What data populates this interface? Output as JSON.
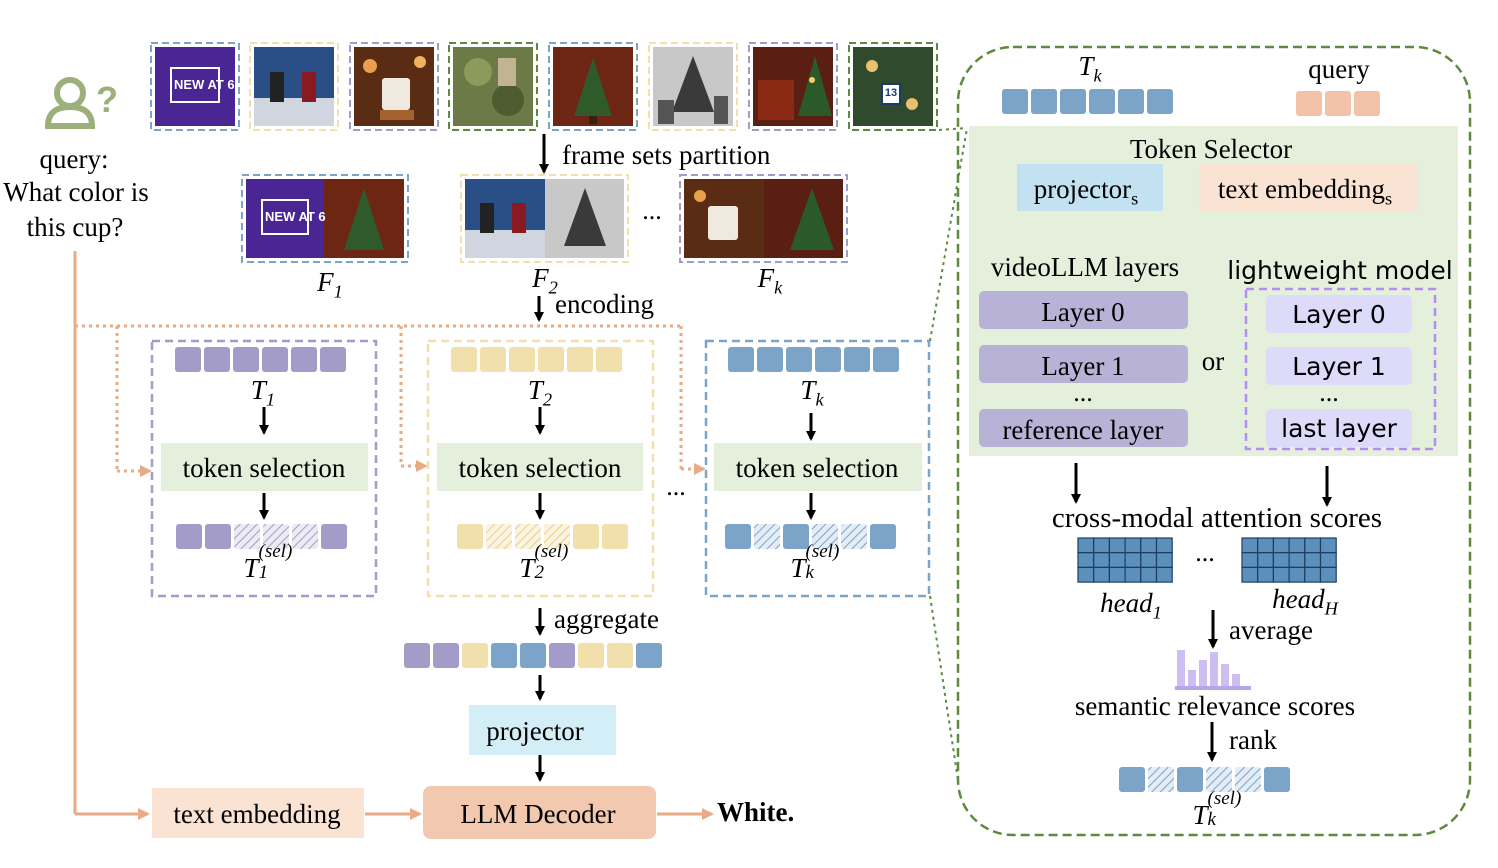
{
  "query": {
    "label": "query:",
    "question_lines": [
      "What color is",
      "this cup?"
    ]
  },
  "frames": {
    "thumb1_text": "NEW AT 6",
    "thumb8_badge": "13",
    "partition_label": "frame sets partition",
    "sets": [
      {
        "name": "F",
        "sub": "1"
      },
      {
        "name": "F",
        "sub": "2"
      },
      {
        "name": "F",
        "sub": "k"
      }
    ],
    "ellipsis": "..."
  },
  "encoding_label": "encoding",
  "groups": [
    {
      "name": "T",
      "sub": "1",
      "selection": "token selection",
      "sel_name": "T",
      "sel_sub": "1",
      "sel_sup": "(sel)"
    },
    {
      "name": "T",
      "sub": "2",
      "selection": "token selection",
      "sel_name": "T",
      "sel_sub": "2",
      "sel_sup": "(sel)"
    },
    {
      "name": "T",
      "sub": "k",
      "selection": "token selection",
      "sel_name": "T",
      "sel_sub": "k",
      "sel_sup": "(sel)"
    }
  ],
  "groups_ellipsis": "...",
  "aggregate_label": "aggregate",
  "projector_label": "projector",
  "text_embedding_label": "text embedding",
  "decoder_label": "LLM Decoder",
  "answer": "White.",
  "selector": {
    "tk_name": "T",
    "tk_sub": "k",
    "query_label": "query",
    "title": "Token Selector",
    "projector_label": "projector",
    "projector_sub": "s",
    "text_embedding_label": "text embedding",
    "text_embedding_sub": "s",
    "videollm_title": "videoLLM layers",
    "videollm_layers": [
      "Layer 0",
      "Layer 1",
      "reference layer"
    ],
    "videollm_dots": "...",
    "or_label": "or",
    "lightweight_title": "lightweight model",
    "lightweight_layers": [
      "Layer 0",
      "Layer 1",
      "last layer"
    ],
    "lightweight_dots": "...",
    "attention_title": "cross-modal attention scores",
    "heads": [
      {
        "name": "head",
        "sub": "1"
      },
      {
        "name": "head",
        "sub": "H"
      }
    ],
    "heads_ellipsis": "...",
    "average_label": "average",
    "semantic_label": "semantic relevance scores",
    "rank_label": "rank",
    "result_name": "T",
    "result_sub": "k",
    "result_sup": "(sel)"
  },
  "colors": {
    "purple_token": "#a39cc8",
    "yellow_token": "#f1e0ac",
    "blue_token": "#7ca3c8",
    "peach_token": "#f2c3a8",
    "light_blue_token": "#c2e2f2",
    "light_peach_token": "#f7ddd0",
    "selection_bg": "#e5f0dc",
    "projector_bg": "#d4eef8",
    "text_embedding_bg": "#fbe3d4",
    "decoder_bg": "#f2c8ae",
    "layer_bg": "#b8b2d6",
    "light_layer_bg": "#dedafa",
    "arrow_orange": "#e8ab86",
    "green_border": "#5d8a3e",
    "query_icon": "#9bb07a",
    "matrix_fill": "#5b90bd"
  }
}
